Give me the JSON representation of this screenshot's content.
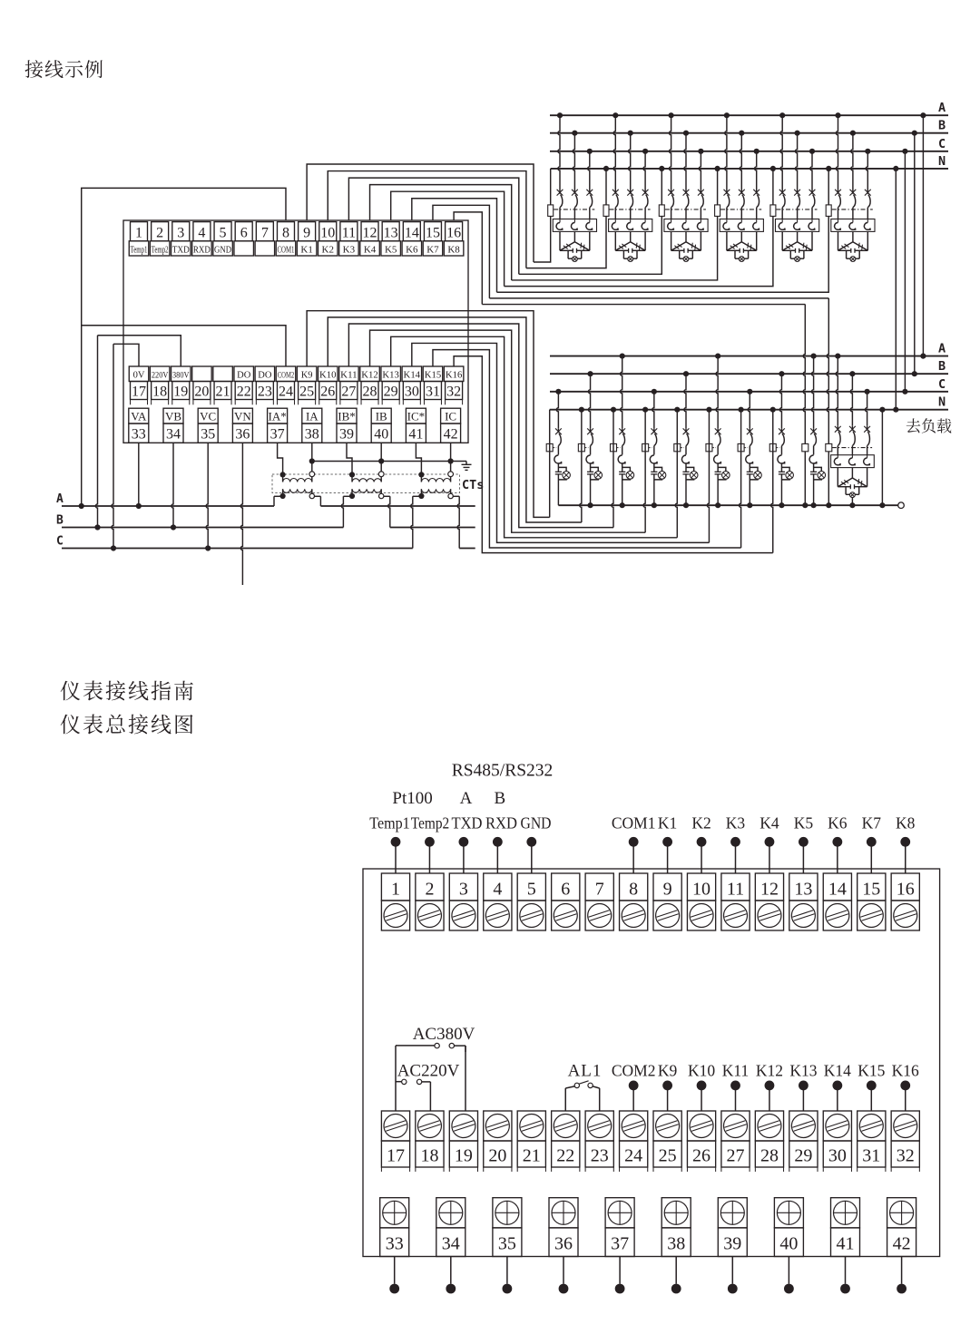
{
  "titles": {
    "example": "接线示例",
    "guide": "仪表接线指南",
    "overall": "仪表总接线图"
  },
  "top_diagram": {
    "row1": [
      {
        "n": "1",
        "l": "Temp1"
      },
      {
        "n": "2",
        "l": "Temp2"
      },
      {
        "n": "3",
        "l": "TXD"
      },
      {
        "n": "4",
        "l": "RXD"
      },
      {
        "n": "5",
        "l": "GND"
      },
      {
        "n": "6",
        "l": ""
      },
      {
        "n": "7",
        "l": ""
      },
      {
        "n": "8",
        "l": "COM1"
      },
      {
        "n": "9",
        "l": "K1"
      },
      {
        "n": "10",
        "l": "K2"
      },
      {
        "n": "11",
        "l": "K3"
      },
      {
        "n": "12",
        "l": "K4"
      },
      {
        "n": "13",
        "l": "K5"
      },
      {
        "n": "14",
        "l": "K6"
      },
      {
        "n": "15",
        "l": "K7"
      },
      {
        "n": "16",
        "l": "K8"
      }
    ],
    "row2": [
      {
        "n": "17",
        "l": "0V"
      },
      {
        "n": "18",
        "l": "220V"
      },
      {
        "n": "19",
        "l": "380V"
      },
      {
        "n": "20",
        "l": ""
      },
      {
        "n": "21",
        "l": ""
      },
      {
        "n": "22",
        "l": "DO"
      },
      {
        "n": "23",
        "l": "DO"
      },
      {
        "n": "24",
        "l": "COM2"
      },
      {
        "n": "25",
        "l": "K9"
      },
      {
        "n": "26",
        "l": "K10"
      },
      {
        "n": "27",
        "l": "K11"
      },
      {
        "n": "28",
        "l": "K12"
      },
      {
        "n": "29",
        "l": "K13"
      },
      {
        "n": "30",
        "l": "K14"
      },
      {
        "n": "31",
        "l": "K15"
      },
      {
        "n": "32",
        "l": "K16"
      }
    ],
    "row3": [
      {
        "n": "33",
        "l": "VA"
      },
      {
        "n": "34",
        "l": "VB"
      },
      {
        "n": "35",
        "l": "VC"
      },
      {
        "n": "36",
        "l": "VN"
      },
      {
        "n": "37",
        "l": "IA*"
      },
      {
        "n": "38",
        "l": "IA"
      },
      {
        "n": "39",
        "l": "IB*"
      },
      {
        "n": "40",
        "l": "IB"
      },
      {
        "n": "41",
        "l": "IC*"
      },
      {
        "n": "42",
        "l": "IC"
      }
    ],
    "buses_top": [
      "A",
      "B",
      "C",
      "N"
    ],
    "buses_mid": [
      "A",
      "B",
      "C",
      "N"
    ],
    "feed": [
      "A",
      "B",
      "C"
    ],
    "cts_label": "CTs",
    "to_load": "去负载"
  },
  "bottom_diagram": {
    "rs_label": "RS485/RS232",
    "pt_label": "Pt100",
    "rs_a": "A",
    "rs_b": "B",
    "top_labels": [
      "Temp1",
      "Temp2",
      "TXD",
      "RXD",
      "GND",
      "",
      "",
      "COM1",
      "K1",
      "K2",
      "K3",
      "K4",
      "K5",
      "K6",
      "K7",
      "K8"
    ],
    "row1_numbers": [
      "1",
      "2",
      "3",
      "4",
      "5",
      "6",
      "7",
      "8",
      "9",
      "10",
      "11",
      "12",
      "13",
      "14",
      "15",
      "16"
    ],
    "ac380": "AC380V",
    "ac220": "AC220V",
    "al1": "AL1",
    "mid_labels": [
      "COM2",
      "K9",
      "K10",
      "K11",
      "K12",
      "K13",
      "K14",
      "K15",
      "K16"
    ],
    "row2_numbers": [
      "17",
      "18",
      "19",
      "20",
      "21",
      "22",
      "23",
      "24",
      "25",
      "26",
      "27",
      "28",
      "29",
      "30",
      "31",
      "32"
    ],
    "row3_numbers": [
      "33",
      "34",
      "35",
      "36",
      "37",
      "38",
      "39",
      "40",
      "41",
      "42"
    ]
  }
}
